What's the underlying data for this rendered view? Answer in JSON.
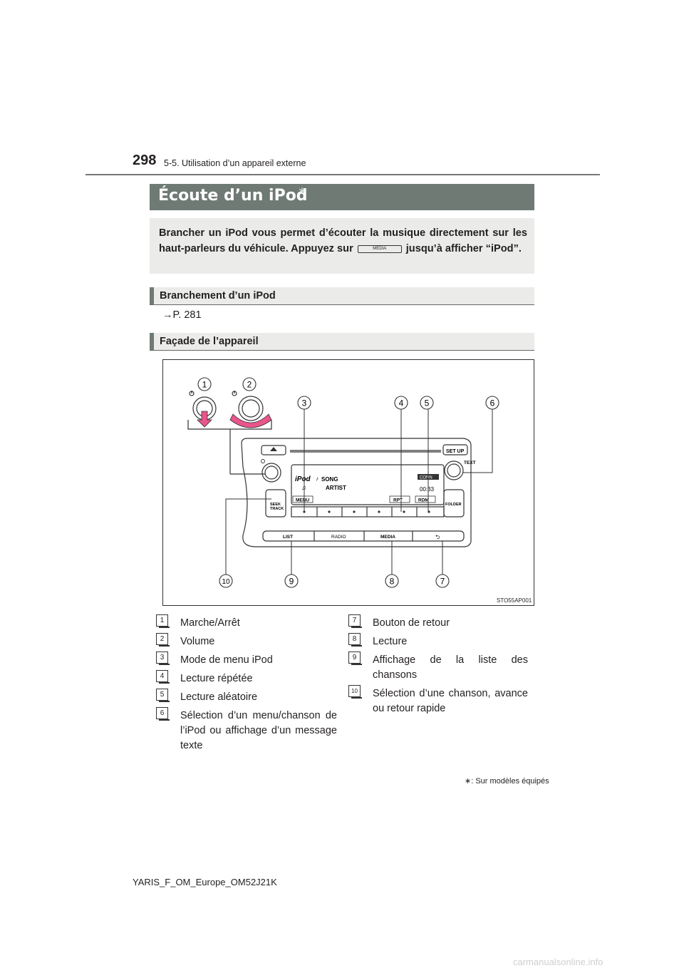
{
  "header": {
    "page_number": "298",
    "section": "5-5. Utilisation d’un appareil externe"
  },
  "title": "Écoute d’un iPod",
  "title_mark": "∗",
  "intro": {
    "before": "Brancher un iPod vous permet d’écouter la musique directement sur les haut-parleurs du véhicule. Appuyez sur",
    "key_label": "MEDIA",
    "after": "jusqu’à afficher “iPod”."
  },
  "sections": [
    {
      "title": "Branchement d’un iPod",
      "ref": "→P. 281"
    },
    {
      "title": "Façade de l’appareil"
    }
  ],
  "figure": {
    "code": "STO55AP001",
    "callouts": [
      "1",
      "2",
      "3",
      "4",
      "5",
      "6",
      "7",
      "8",
      "9",
      "10"
    ],
    "panel_labels": {
      "setup": "SET UP",
      "text": "TEXT",
      "ipod": "iPod",
      "song": "SONG",
      "artist": "ARTIST",
      "menu": "MENU",
      "rpt": "RPT",
      "rdm": "RDM",
      "seek": "SEEK",
      "track": "TRACK",
      "folder": "FOLDER",
      "list": "LIST",
      "radio": "RADIO",
      "media": "MEDIA",
      "time": "00:33",
      "connect": "CONN"
    }
  },
  "legend_left": [
    {
      "num": "1",
      "text": "Marche/Arrêt"
    },
    {
      "num": "2",
      "text": "Volume"
    },
    {
      "num": "3",
      "text": "Mode de menu iPod"
    },
    {
      "num": "4",
      "text": "Lecture répétée"
    },
    {
      "num": "5",
      "text": "Lecture aléatoire"
    },
    {
      "num": "6",
      "text": "Sélection d’un menu/chanson de l’iPod ou affichage d’un message texte"
    }
  ],
  "legend_right": [
    {
      "num": "7",
      "text": "Bouton de retour"
    },
    {
      "num": "8",
      "text": "Lecture"
    },
    {
      "num": "9",
      "text": "Affichage de la liste des chansons"
    },
    {
      "num": "10",
      "text": "Sélection d’une chanson, avance ou retour rapide"
    }
  ],
  "footnote": "∗: Sur modèles équipés",
  "footer": "YARIS_F_OM_Europe_OM52J21K",
  "watermark": "carmanualsonline.info"
}
